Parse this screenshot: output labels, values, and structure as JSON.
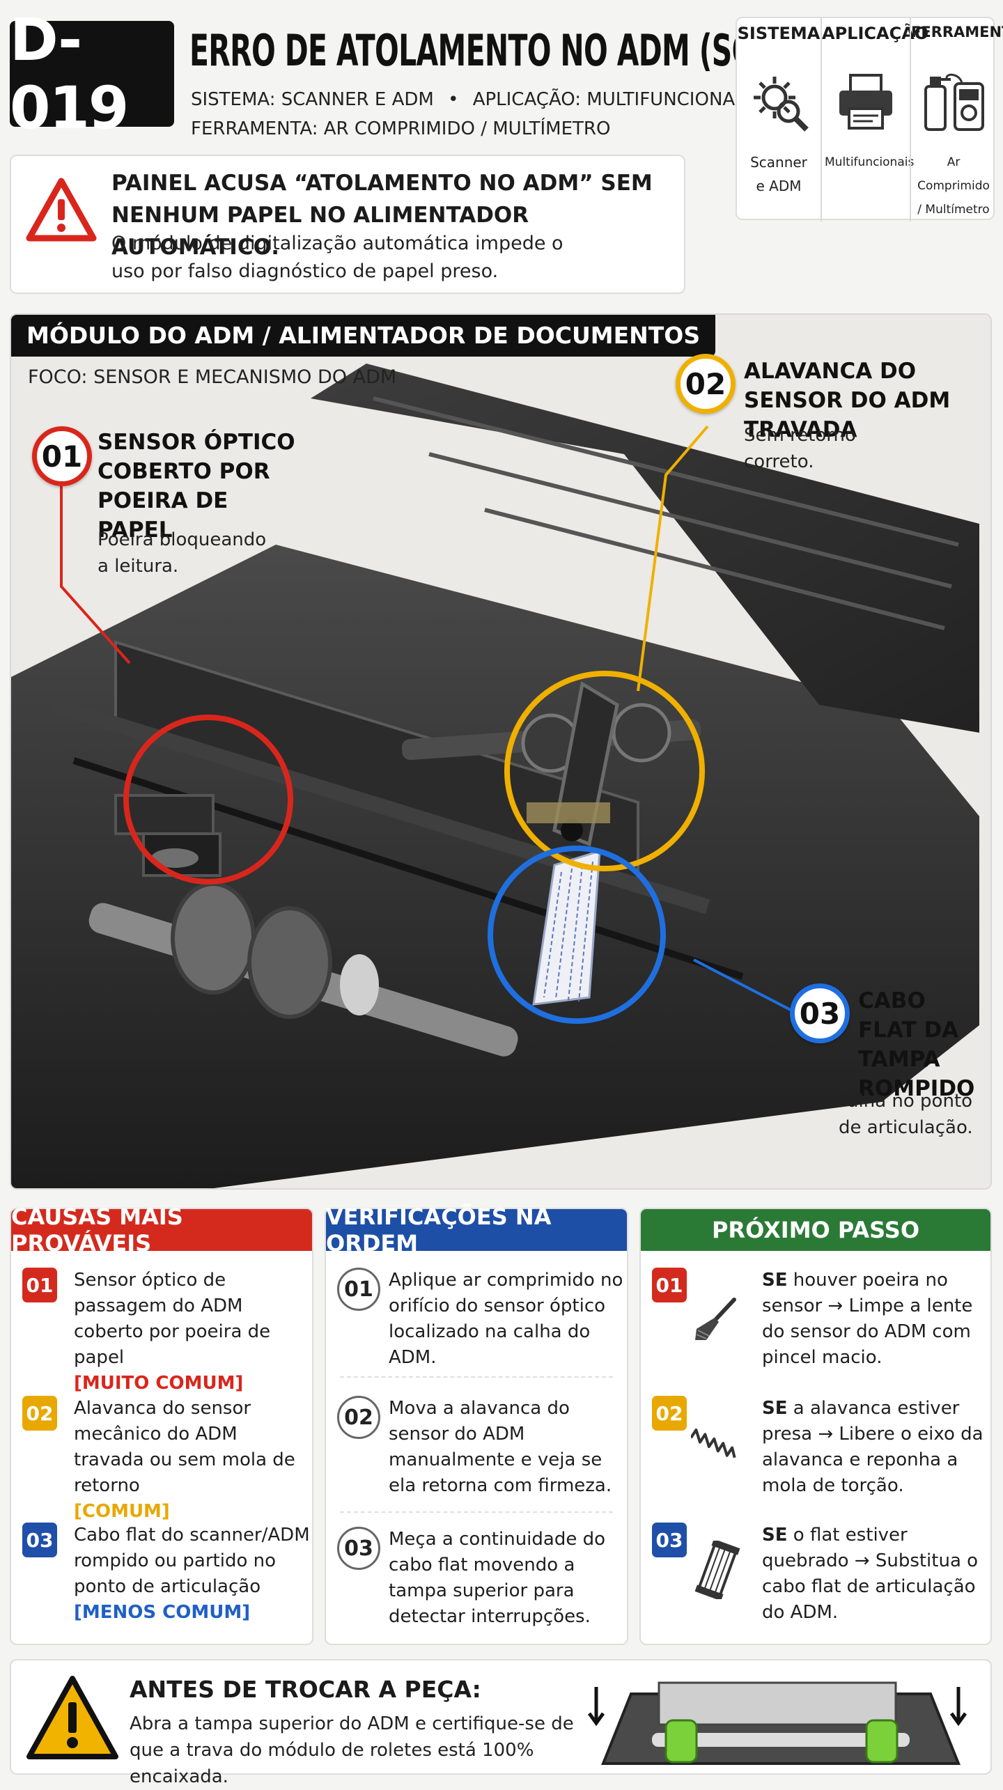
{
  "header": {
    "code": "D-019",
    "title": "ERRO DE ATOLAMENTO NO ADM (SCANNER)",
    "meta_line1_system": "SISTEMA: SCANNER E ADM",
    "meta_bullet": "•",
    "meta_line1_app": "APLICAÇÃO: MULTIFUNCIONAIS",
    "meta_line2": "FERRAMENTA: AR COMPRIMIDO / MULTÍMETRO"
  },
  "summary_grid": [
    {
      "heading": "SISTEMA",
      "icon": "gear-magnifier-icon",
      "value": "Scanner e ADM"
    },
    {
      "heading": "APLICAÇÃO",
      "icon": "printer-icon",
      "value": "Multifuncionais"
    },
    {
      "heading": "FERRAMENTA",
      "icon": "air-can-multimeter-icon",
      "value": "Ar Comprimido / Multímetro"
    }
  ],
  "alert": {
    "icon": "warning-triangle-icon",
    "headline": "PAINEL ACUSA “ATOLAMENTO NO ADM” SEM NENHUM PAPEL NO ALIMENTADOR AUTOMÁTICO.",
    "description": "O módulo de digitalização automática impede o uso por falso diagnóstico de papel preso."
  },
  "module": {
    "section_title": "MÓDULO DO ADM / ALIMENTADOR DE DOCUMENTOS",
    "focus": "FOCO: SENSOR E MECANISMO DO ADM",
    "callouts": [
      {
        "number": "01",
        "title": "SENSOR ÓPTICO COBERTO POR POEIRA DE PAPEL",
        "desc": "Poeira bloqueando a leitura.",
        "color": "#d9261c"
      },
      {
        "number": "02",
        "title": "ALAVANCA DO SENSOR DO ADM TRAVADA",
        "desc": "Sem retorno correto.",
        "color": "#f0b000"
      },
      {
        "number": "03",
        "title": "CABO FLAT DA TAMPA ROMPIDO",
        "desc": "Falha no ponto de articulação.",
        "color": "#1f6fe0"
      }
    ]
  },
  "columns": {
    "causes": {
      "title": "CAUSAS MAIS PROVÁVEIS",
      "color": "#d42a1e",
      "items": [
        {
          "n": "01",
          "text": "Sensor óptico de passagem do ADM coberto por poeira de papel",
          "tag": "[MUITO COMUM]",
          "tag_color": "#d9261c",
          "badge_color": "#d42a1e"
        },
        {
          "n": "02",
          "text": "Alavanca do sensor mecânico do ADM travada ou sem mola de retorno",
          "tag": "[COMUM]",
          "tag_color": "#e8a800",
          "badge_color": "#e8a800"
        },
        {
          "n": "03",
          "text": "Cabo flat do scanner/ADM rompido ou partido no ponto de articulação",
          "tag": "[MENOS COMUM]",
          "tag_color": "#1f5fc8",
          "badge_color": "#1f4fa8"
        }
      ]
    },
    "checks": {
      "title": "VERIFICAÇÕES NA ORDEM",
      "color": "#1e4fa6",
      "items": [
        {
          "n": "01",
          "text": "Aplique ar comprimido no orifício do sensor óptico localizado na calha do ADM."
        },
        {
          "n": "02",
          "text": "Mova a alavanca do sensor do ADM manualmente e veja se ela retorna com firmeza."
        },
        {
          "n": "03",
          "text": "Meça a continuidade do cabo flat movendo a tampa superior para detectar interrupções."
        }
      ]
    },
    "next": {
      "title": "PRÓXIMO PASSO",
      "color": "#2a7a36",
      "items": [
        {
          "n": "01",
          "icon": "brush-icon",
          "if": "SE",
          "text": "houver poeira no sensor → Limpe a lente do sensor do ADM com pincel macio.",
          "badge_color": "#d42a1e"
        },
        {
          "n": "02",
          "icon": "spring-icon",
          "if": "SE",
          "text": "a alavanca estiver presa → Libere o eixo da alavanca e reponha a mola de torção.",
          "badge_color": "#e8a800"
        },
        {
          "n": "03",
          "icon": "flat-cable-icon",
          "if": "SE",
          "text": "o flat estiver quebrado → Substitua o cabo flat de articulação do ADM.",
          "badge_color": "#1f4fa8"
        }
      ]
    }
  },
  "footer": {
    "icon": "warning-triangle-icon",
    "title": "ANTES DE TROCAR A PEÇA:",
    "text": "Abra a tampa superior do ADM e certifique-se de que a trava do módulo de roletes está 100% encaixada."
  }
}
